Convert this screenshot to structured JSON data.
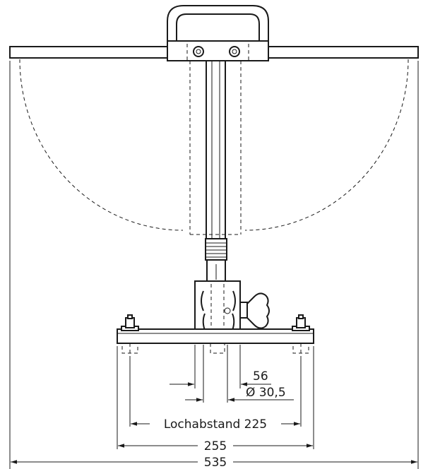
{
  "dimensions": {
    "overall_width": "535",
    "base_width": "255",
    "hole_spacing": "Lochabstand 225",
    "tube_size": "56",
    "tube_diameter": "Ø 30,5"
  },
  "colors": {
    "line": "#1a1a1a",
    "background": "#ffffff"
  }
}
